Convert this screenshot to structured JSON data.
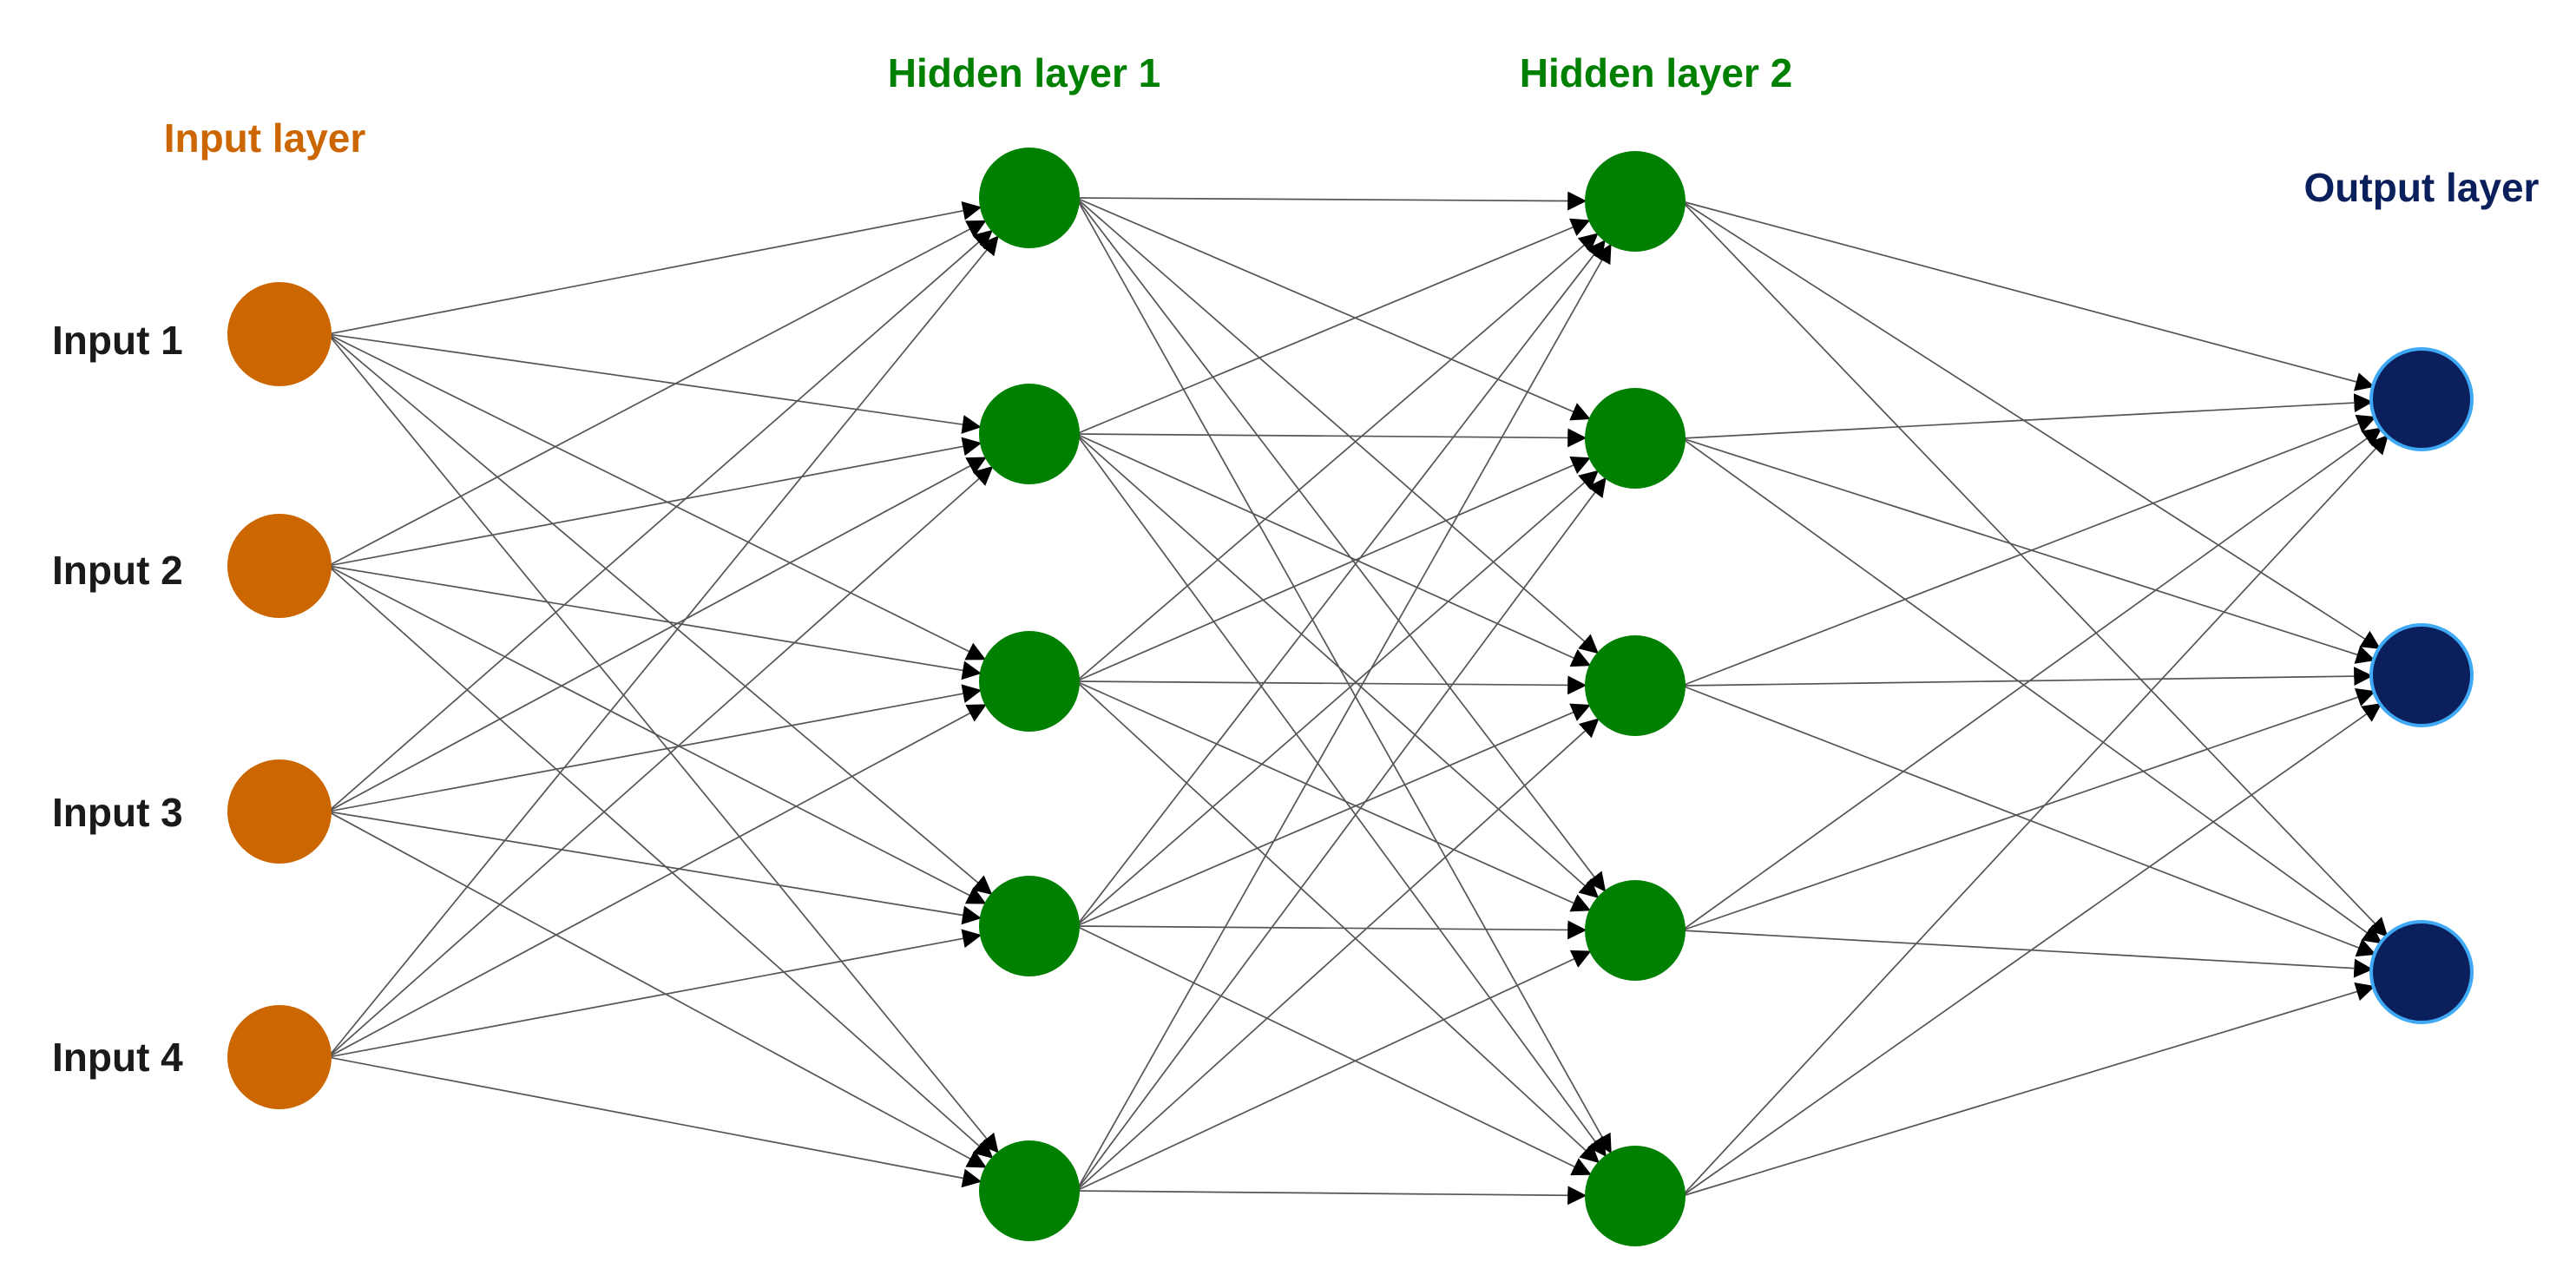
{
  "layers": [
    {
      "id": "input",
      "title": "Input layer",
      "color": "#cc6600",
      "nodes": 4,
      "node_labels": [
        "Input 1",
        "Input 2",
        "Input 3",
        "Input 4"
      ]
    },
    {
      "id": "hidden1",
      "title": "Hidden layer 1",
      "color": "#008000",
      "nodes": 5
    },
    {
      "id": "hidden2",
      "title": "Hidden layer 2",
      "color": "#008000",
      "nodes": 5
    },
    {
      "id": "output",
      "title": "Output layer",
      "color": "#0a1f5c",
      "outline": "#3fa9f5",
      "nodes": 3
    }
  ],
  "connections": "fully-connected",
  "edge_color": "#555555"
}
